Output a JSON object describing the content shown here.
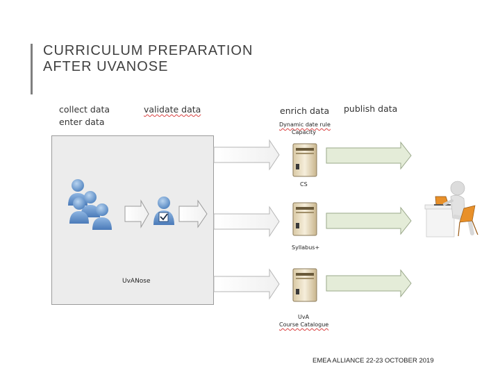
{
  "slide": {
    "title_line1": "CURRICULUM PREPARATION",
    "title_line2": "AFTER UVANOSE",
    "footer": "EMEA ALLIANCE   22-23 OCTOBER 2019"
  },
  "stages": {
    "collect": "collect data",
    "enter": "enter data",
    "validate": "validate data",
    "enrich": "enrich data",
    "publish": "publish data"
  },
  "enrich_details": {
    "line1": "Dynamic date rule",
    "line2": "Capacity"
  },
  "systems": {
    "main": "UvANose",
    "cs": "CS",
    "syllabus": "Syllabus+",
    "catalogue_line1": "UvA",
    "catalogue_line2": "Course Catalogue"
  },
  "colors": {
    "people_blue": "#6a9bd0",
    "arrow_green": "#e4ecd8",
    "server_beige": "#e8dcc0",
    "chair_orange": "#e8902a"
  }
}
